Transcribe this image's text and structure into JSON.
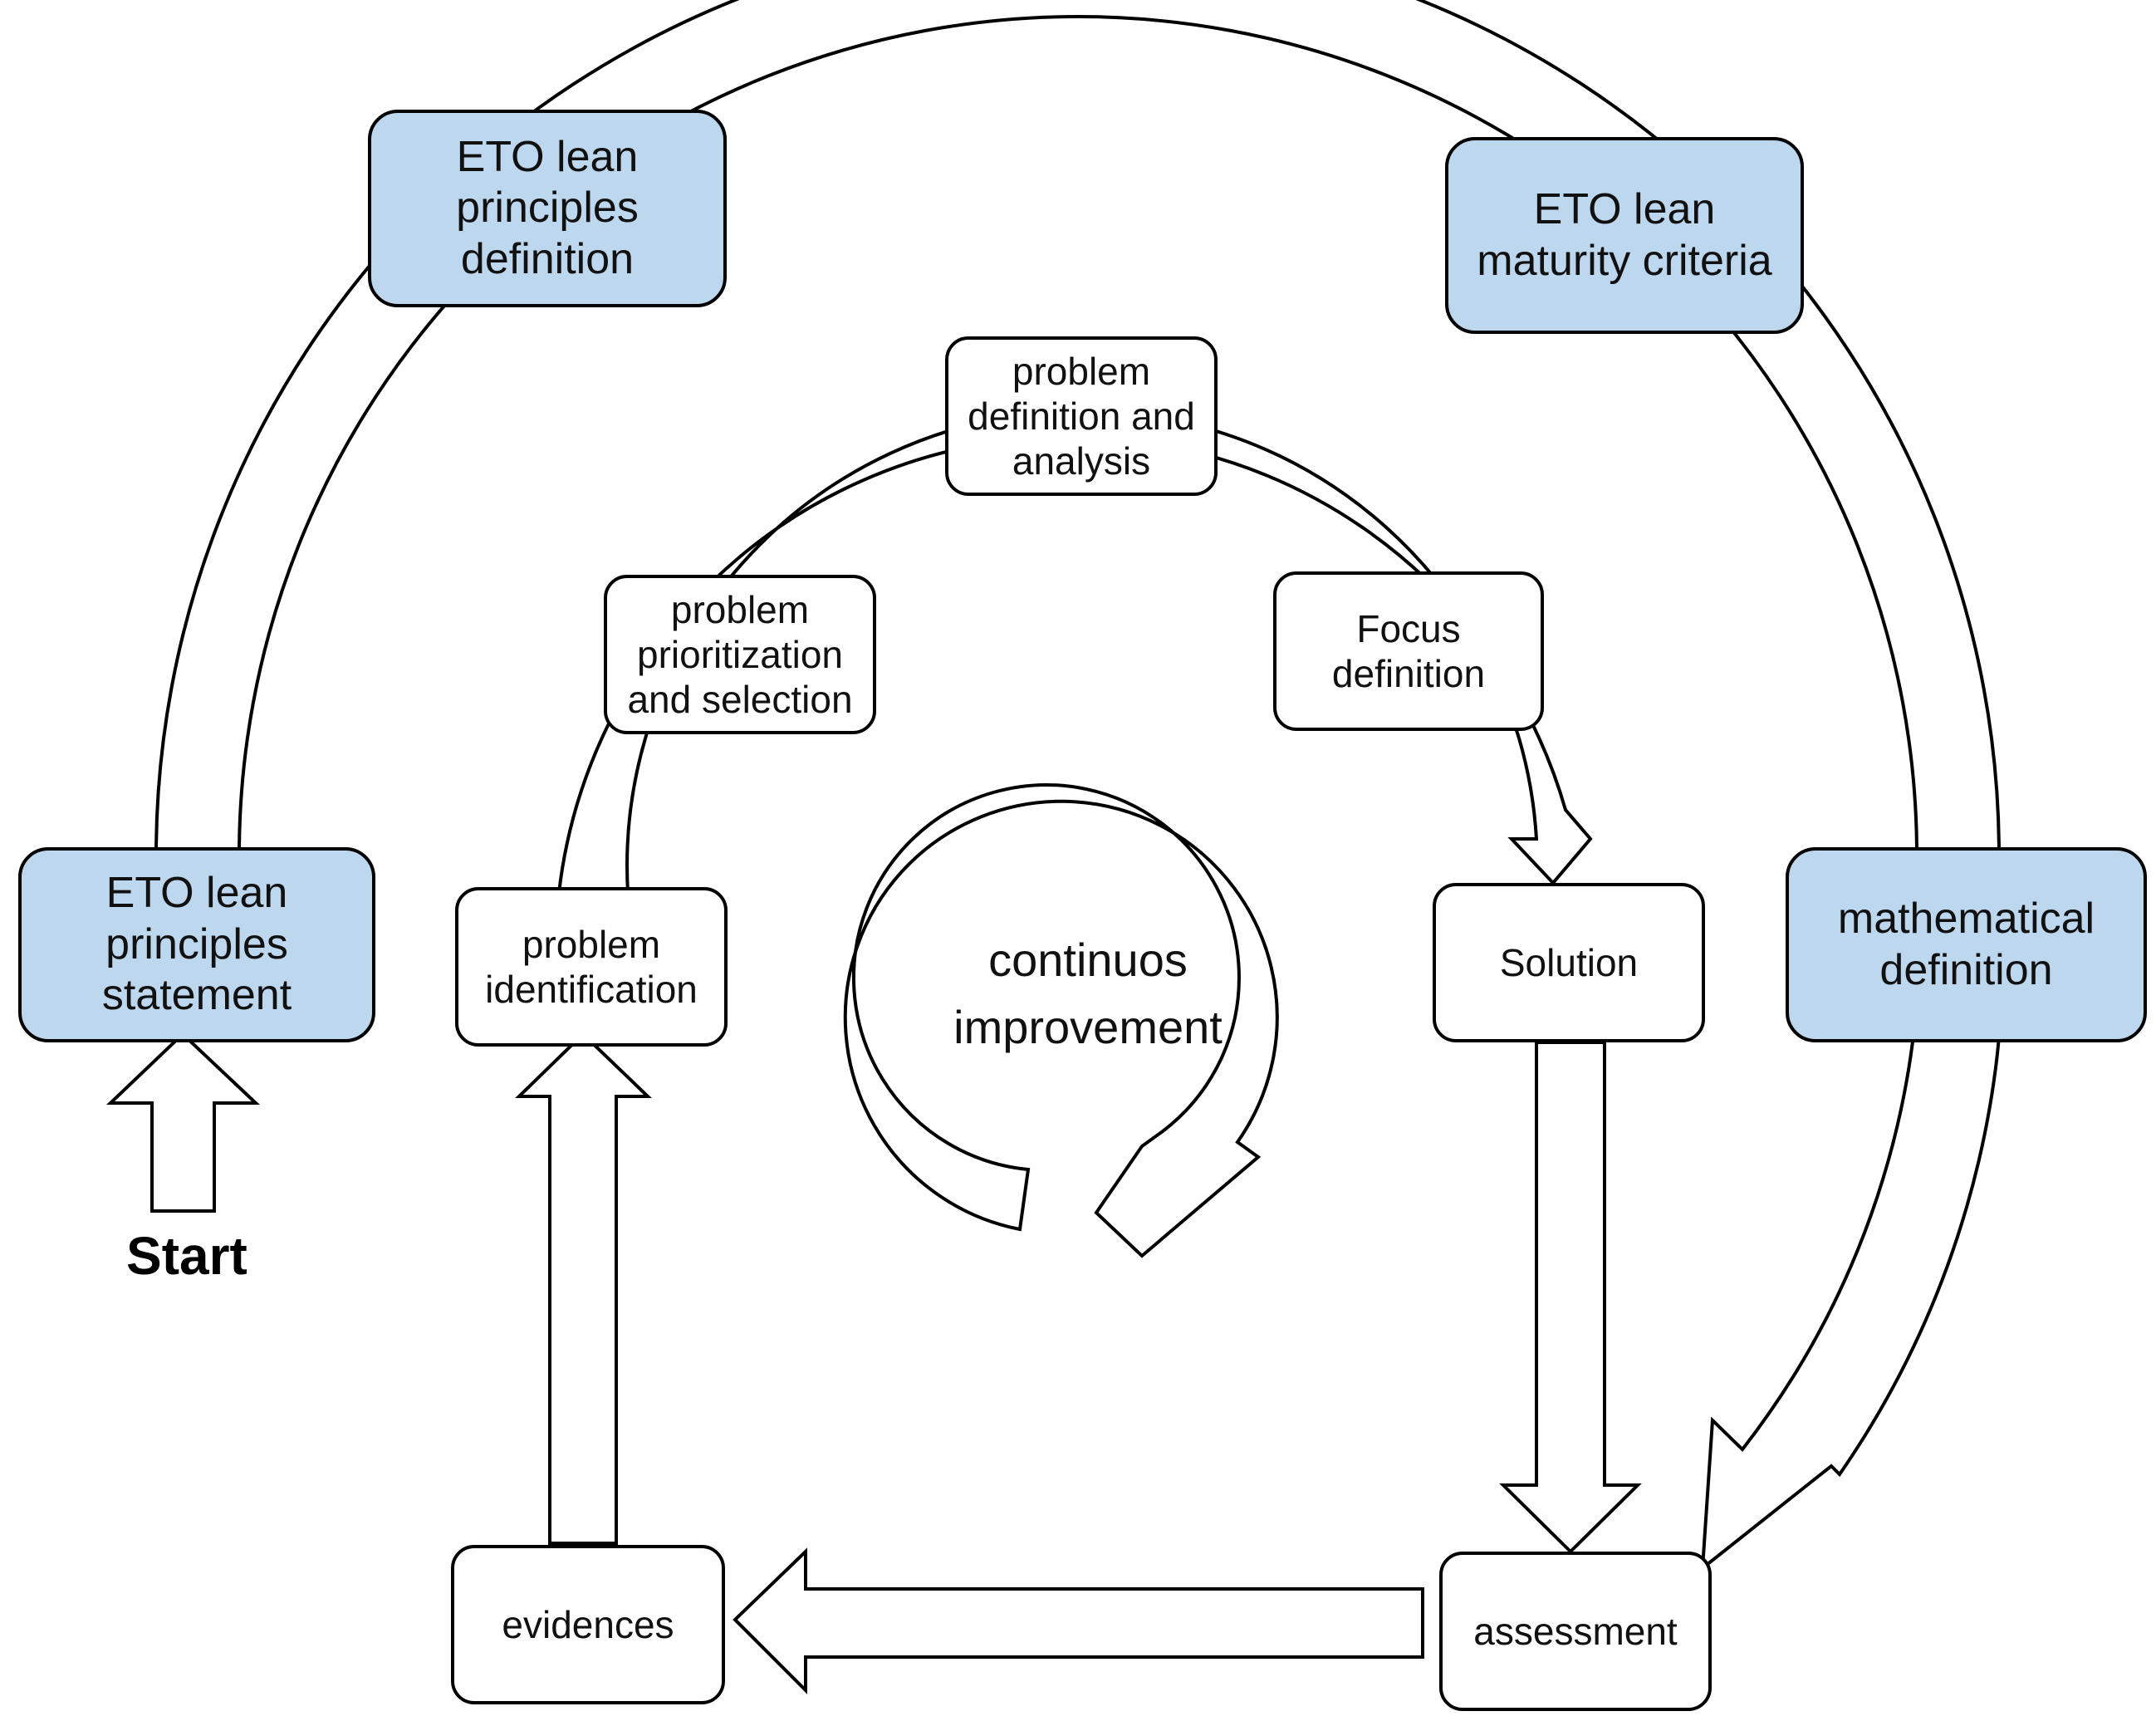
{
  "nodes": {
    "principles_statement": "ETO lean\nprinciples\nstatement",
    "principles_definition": "ETO lean\nprinciples\ndefinition",
    "maturity_criteria": "ETO lean\nmaturity  criteria",
    "mathematical_definition": "mathematical\ndefinition",
    "problem_identification": "problem\nidentification",
    "problem_prioritization": "problem\nprioritization\nand selection",
    "problem_definition": "problem\ndefinition and\nanalysis",
    "focus_definition": "Focus\ndefinition",
    "solution": "Solution",
    "assessment": "assessment",
    "evidences": "evidences"
  },
  "center_label": "continuos\nimprovement",
  "start_label": "Start",
  "colors": {
    "highlight_fill": "#bdd7ee",
    "stroke": "#000000",
    "background": "#ffffff"
  }
}
